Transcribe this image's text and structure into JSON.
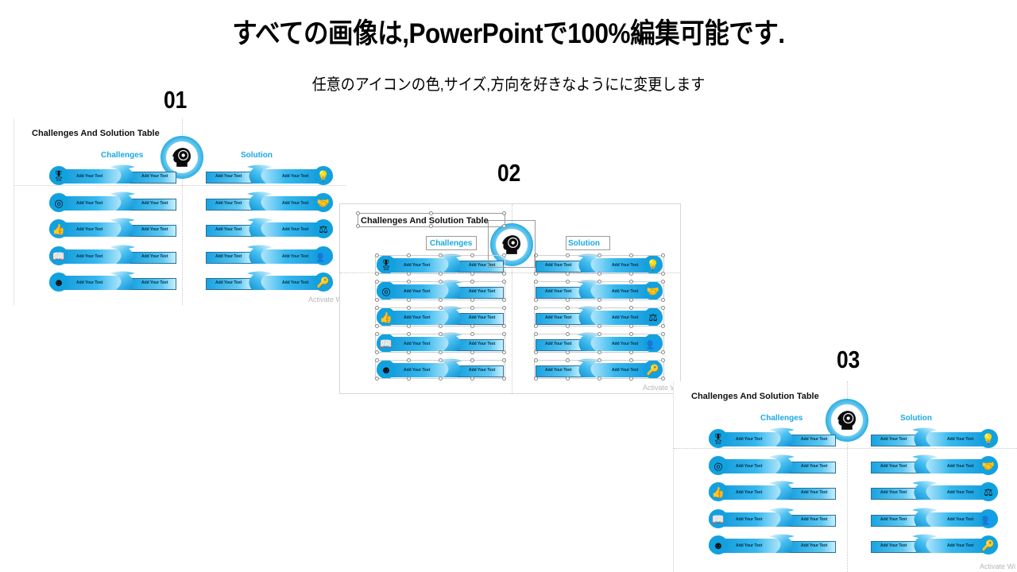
{
  "header": {
    "title": "すべての画像は,PowerPointで100%編集可能です.",
    "subtitle": "任意のアイコンの色,サイズ,方向を好きなようにに変更します"
  },
  "variants": [
    {
      "number": "01",
      "slide_title": "Challenges And Solution Table",
      "challenges_label": "Challenges",
      "solution_label": "Solution",
      "watermark": "Activate Wi"
    },
    {
      "number": "02",
      "slide_title": "Challenges And Solution Table",
      "challenges_label": "Challenges",
      "solution_label": "Solution",
      "watermark": "Activate Wi"
    },
    {
      "number": "03",
      "slide_title": "Challenges And Solution Table",
      "challenges_label": "Challenges",
      "solution_label": "Solution",
      "watermark": "Activate Wi"
    }
  ],
  "placeholder_text": "Add Your Text",
  "challenge_icons": [
    "medal-icon",
    "target-icon",
    "thumbs-up-icon",
    "book-check-icon",
    "head-gear-icon"
  ],
  "solution_icons": [
    "lightbulb-icon",
    "handshake-icon",
    "scales-icon",
    "team-icon",
    "key-icon"
  ],
  "icon_glyphs": {
    "medal-icon": "🎖",
    "target-icon": "◎",
    "thumbs-up-icon": "👍",
    "book-check-icon": "📖",
    "head-gear-icon": "☻",
    "lightbulb-icon": "💡",
    "handshake-icon": "🤝",
    "scales-icon": "⚖",
    "team-icon": "👥",
    "key-icon": "🔑"
  },
  "colors": {
    "accent": "#1ba9e1",
    "band_dark": "#0b93d6",
    "band_light": "#d8f3ff"
  }
}
